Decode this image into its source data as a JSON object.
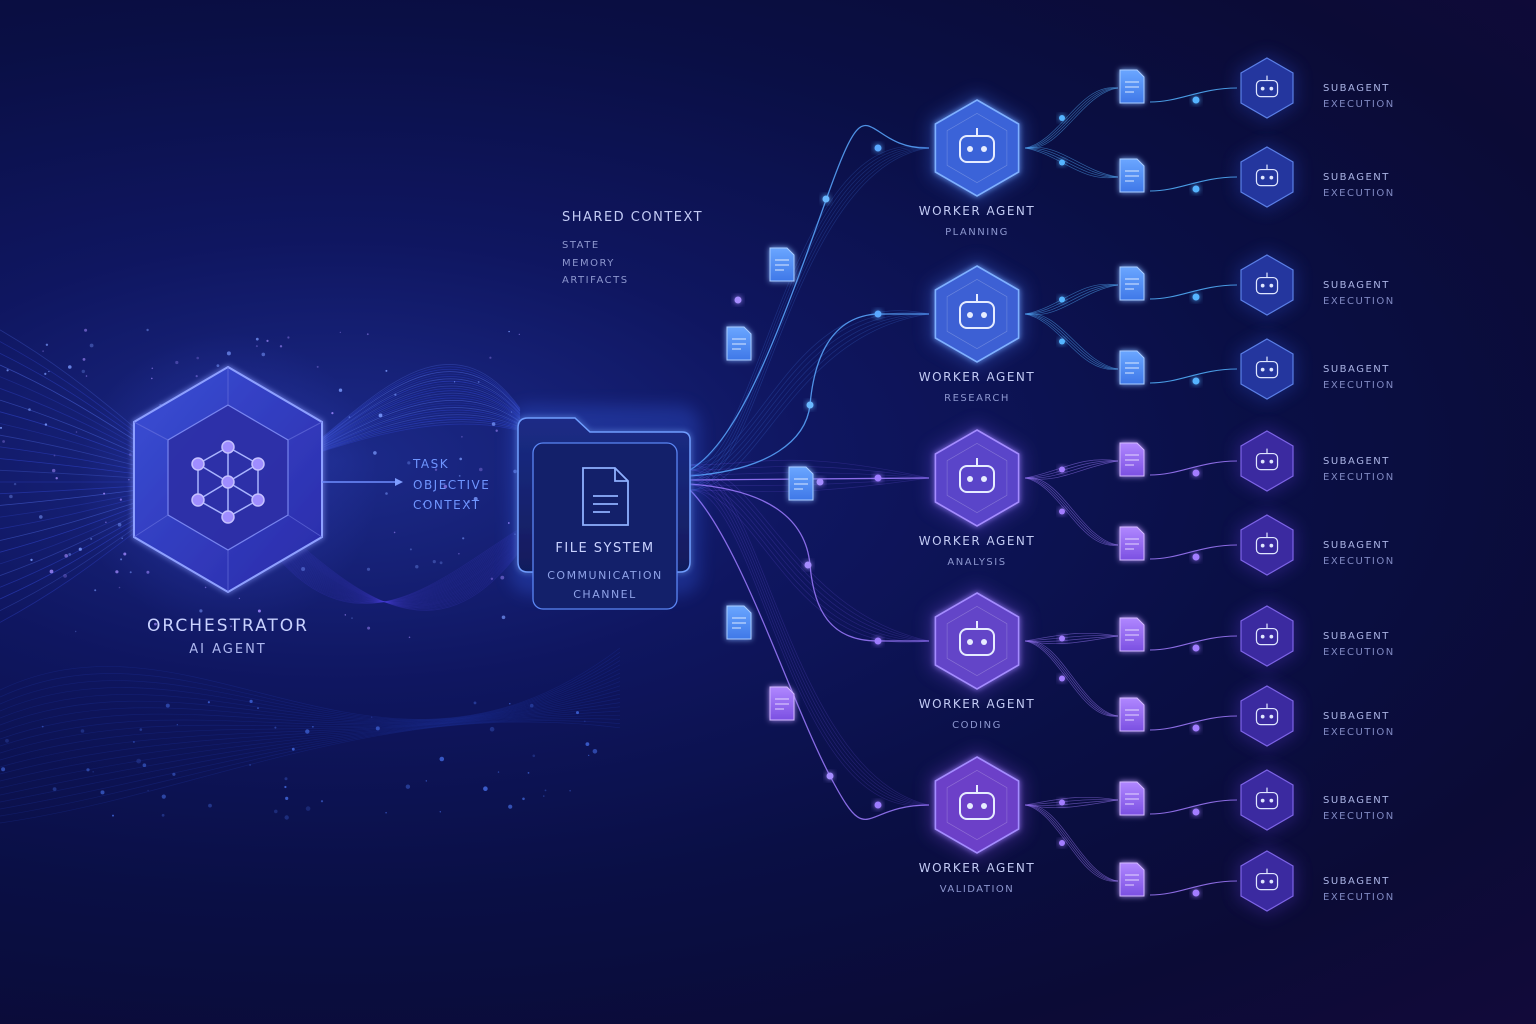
{
  "orchestrator": {
    "title": "ORCHESTRATOR",
    "subtitle": "AI AGENT",
    "icon": "network-icon"
  },
  "task_labels": [
    "TASK",
    "OBJECTIVE",
    "CONTEXT"
  ],
  "shared_context": {
    "title": "SHARED CONTEXT",
    "items": [
      "STATE",
      "MEMORY",
      "ARTIFACTS"
    ]
  },
  "file_system": {
    "title": "FILE SYSTEM",
    "subtitle_lines": [
      "COMMUNICATION",
      "CHANNEL"
    ],
    "icon": "document-icon"
  },
  "workers": [
    {
      "title": "WORKER AGENT",
      "role": "PLANNING",
      "color": "#3b63d8",
      "icon": "robot-icon",
      "subagents": [
        {
          "title": "SUBAGENT",
          "subtitle": "EXECUTION"
        },
        {
          "title": "SUBAGENT",
          "subtitle": "EXECUTION"
        }
      ]
    },
    {
      "title": "WORKER AGENT",
      "role": "RESEARCH",
      "color": "#3d60d4",
      "icon": "robot-icon",
      "subagents": [
        {
          "title": "SUBAGENT",
          "subtitle": "EXECUTION"
        },
        {
          "title": "SUBAGENT",
          "subtitle": "EXECUTION"
        }
      ]
    },
    {
      "title": "WORKER AGENT",
      "role": "ANALYSIS",
      "color": "#5a44c9",
      "icon": "robot-icon",
      "subagents": [
        {
          "title": "SUBAGENT",
          "subtitle": "EXECUTION"
        },
        {
          "title": "SUBAGENT",
          "subtitle": "EXECUTION"
        }
      ]
    },
    {
      "title": "WORKER AGENT",
      "role": "CODING",
      "color": "#6344c8",
      "icon": "robot-icon",
      "subagents": [
        {
          "title": "SUBAGENT",
          "subtitle": "EXECUTION"
        },
        {
          "title": "SUBAGENT",
          "subtitle": "EXECUTION"
        }
      ]
    },
    {
      "title": "WORKER AGENT",
      "role": "VALIDATION",
      "color": "#6c40c8",
      "icon": "robot-icon",
      "subagents": [
        {
          "title": "SUBAGENT",
          "subtitle": "EXECUTION"
        },
        {
          "title": "SUBAGENT",
          "subtitle": "EXECUTION"
        }
      ]
    }
  ],
  "colors": {
    "accent_blue": "#4f8dff",
    "accent_cyan": "#3ec8ff",
    "accent_violet": "#a779ff",
    "node_edge": "#6f9dff"
  }
}
